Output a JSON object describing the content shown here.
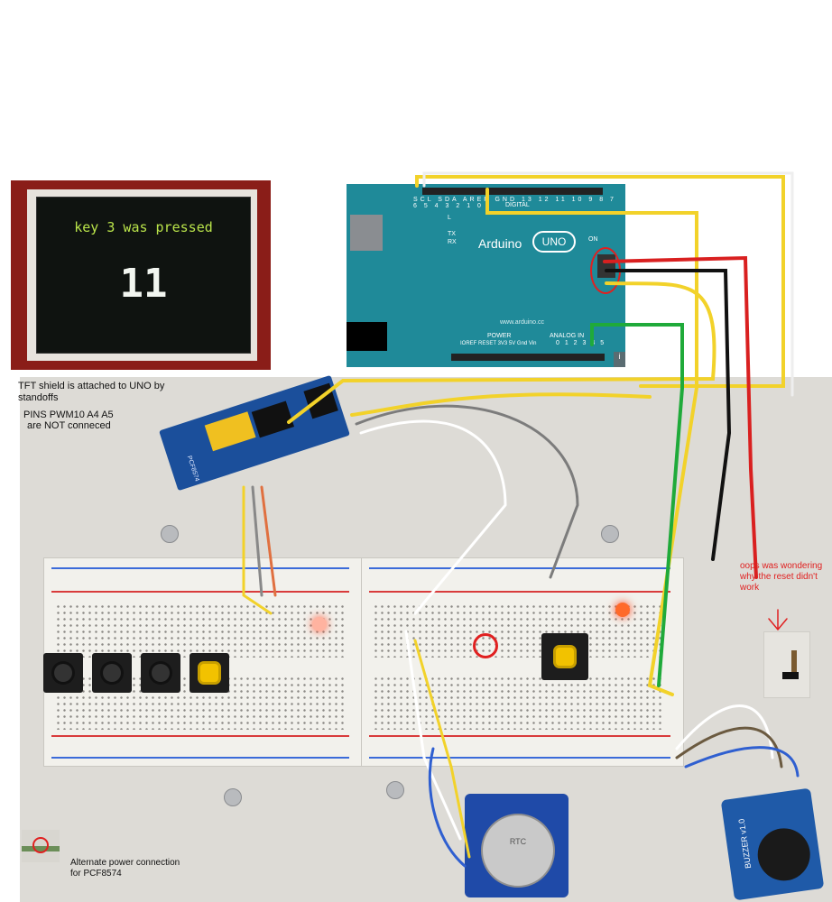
{
  "tft": {
    "message": "key 3 was pressed",
    "value": "11"
  },
  "arduino": {
    "brand": "Arduino",
    "logo": "UNO",
    "url": "www.arduino.cc",
    "digital_label": "DIGITAL",
    "power_label": "POWER",
    "analog_label": "ANALOG IN",
    "analog_pins": "0 1 2 3 4 5",
    "on_label": "ON",
    "top_pins": "SCL SDA AREF GND 13 12 11 10 9 8 7 6 5 4 3 2 1 0",
    "power_pins": "IOREF RESET 3V3 5V Gnd Vin",
    "tx_label": "TX",
    "rx_label": "RX",
    "l_label": "L"
  },
  "annotations": {
    "tft_note": "TFT shield is attached to UNO by standoffs",
    "pins_note_line1": "PINS PWM10 A4 A5",
    "pins_note_line2": "are NOT conneced",
    "reset_note": "oops was wondering why the reset didn't work",
    "alt_power_line1": "Alternate power connection",
    "alt_power_line2": "for PCF8574"
  },
  "modules": {
    "pcf_label": "PCF8574",
    "rtc_label": "RTC",
    "buzzer_label": "BUZZER v1.0"
  },
  "colors": {
    "tft_frame": "#8a1d18",
    "uno_board": "#1f8a99",
    "wire_yellow": "#f2d22a",
    "wire_red": "#d92020",
    "wire_black": "#111111",
    "wire_green": "#1faa3a",
    "wire_white": "#ffffff",
    "annotation_red": "#e02020"
  }
}
